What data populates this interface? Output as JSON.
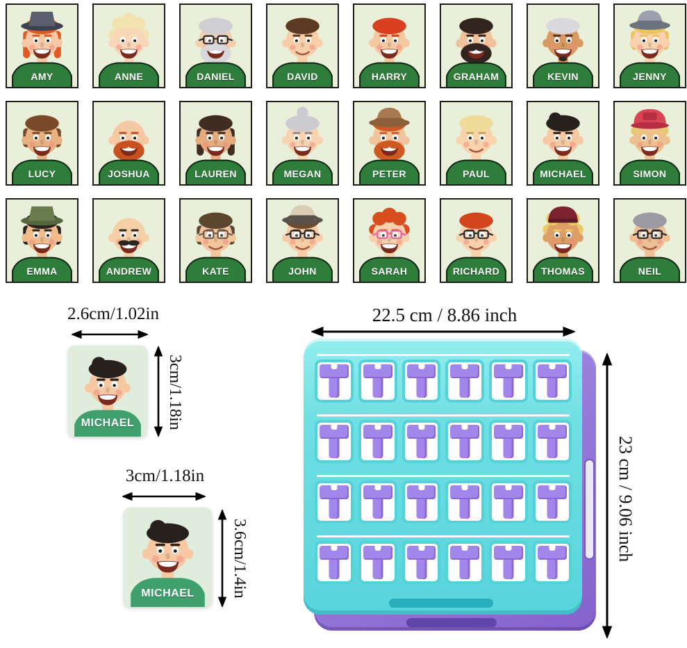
{
  "characters": [
    {
      "name": "AMY",
      "skin": "#f6c8a5",
      "hair": "#e05a22",
      "hairstyle": "long",
      "hat": {
        "type": "bucket",
        "color": "#5a5f6e",
        "band": "#3c4150"
      },
      "smile": "grin"
    },
    {
      "name": "ANNE",
      "skin": "#f9d6b8",
      "hair": "#f2e2af",
      "hairstyle": "curly",
      "smile": "grin"
    },
    {
      "name": "DANIEL",
      "skin": "#f3cfae",
      "hair": "#cfcfd3",
      "hairstyle": "short",
      "glasses": "#23262b",
      "beard": {
        "type": "full",
        "color": "#d8d8dc"
      },
      "smile": "grin"
    },
    {
      "name": "DAVID",
      "skin": "#f6cfa8",
      "hair": "#5d3a24",
      "hairstyle": "short",
      "smile": "smile"
    },
    {
      "name": "HARRY",
      "skin": "#f6c8a0",
      "hair": "#d8401f",
      "hairstyle": "short",
      "smile": "grin"
    },
    {
      "name": "GRAHAM",
      "skin": "#f0c29c",
      "hair": "#32251f",
      "hairstyle": "short",
      "beard": {
        "type": "full",
        "color": "#32251f"
      },
      "smile": "grin"
    },
    {
      "name": "KEVIN",
      "skin": "#d89a62",
      "hair": "#d9d9de",
      "hairstyle": "short",
      "brow": "#4a3a2e",
      "beard": {
        "type": "goatee",
        "color": "#2c2620"
      },
      "smile": "grin"
    },
    {
      "name": "JENNY",
      "skin": "#f8d2ae",
      "hair": "#eec25c",
      "hairstyle": "bob",
      "hat": {
        "type": "fedora",
        "color": "#9aa0ad",
        "band": "#6b7280"
      },
      "smile": "grin"
    },
    {
      "name": "LUCY",
      "skin": "#e8b183",
      "hair": "#7a4a28",
      "hairstyle": "bob",
      "smile": "grin"
    },
    {
      "name": "JOSHUA",
      "skin": "#f4c9a4",
      "hair": "#c7511f",
      "hairstyle": "bald",
      "beard": {
        "type": "full",
        "color": "#c7511f"
      },
      "smile": "grin"
    },
    {
      "name": "LAUREN",
      "skin": "#e5ad7e",
      "hair": "#3f2c22",
      "hairstyle": "long",
      "smile": "grin"
    },
    {
      "name": "MEGAN",
      "skin": "#f7d3b2",
      "hair": "#cbcbd0",
      "hairstyle": "bun",
      "brow": "#8d8d93",
      "smile": "grin"
    },
    {
      "name": "PETER",
      "skin": "#f2c49c",
      "hair": "#cf5a21",
      "hairstyle": "short",
      "hat": {
        "type": "fedora",
        "color": "#a9794f",
        "band": "#8a5f3a"
      },
      "beard": {
        "type": "full",
        "color": "#cf5a21"
      },
      "smile": "grin"
    },
    {
      "name": "PAUL",
      "skin": "#f8d3ac",
      "hair": "#f0dc9a",
      "hairstyle": "short",
      "brow": "#c9a94e",
      "smile": "smile"
    },
    {
      "name": "MICHAEL",
      "skin": "#f6c9a2",
      "hair": "#26211d",
      "hairstyle": "quiff",
      "smile": "grin"
    },
    {
      "name": "SIMON",
      "skin": "#eec08e",
      "hair": "#e9c873",
      "hairstyle": "sides",
      "hat": {
        "type": "cap",
        "color": "#d94456",
        "band": "#b52e42"
      },
      "smile": "grin"
    },
    {
      "name": "EMMA",
      "skin": "#f0bc8e",
      "hair": "#26221f",
      "hairstyle": "bob",
      "hat": {
        "type": "bucket",
        "color": "#6b7d4f",
        "band": "#55663d"
      },
      "smile": "grin"
    },
    {
      "name": "ANDREW",
      "skin": "#f5cfa6",
      "hair": "#2a2520",
      "hairstyle": "bald",
      "brow": "#2a2520",
      "beard": {
        "type": "mustache",
        "color": "#2a2520"
      },
      "smile": "grin"
    },
    {
      "name": "KATE",
      "skin": "#f2c59d",
      "hair": "#5c4630",
      "hairstyle": "bob",
      "glasses": "#6b5b4d",
      "smile": "smile"
    },
    {
      "name": "JOHN",
      "skin": "#f6cda6",
      "hair": "#6b4a2d",
      "hairstyle": "short",
      "hat": {
        "type": "fedora",
        "color": "#d9cdb4",
        "band": "#57514a"
      },
      "glasses": "#23262b",
      "smile": "smile"
    },
    {
      "name": "SARAH",
      "skin": "#f8d0ac",
      "hair": "#d84e1e",
      "hairstyle": "curly",
      "glasses": "#e45fa0",
      "smile": "grin"
    },
    {
      "name": "RICHARD",
      "skin": "#f8d2ae",
      "hair": "#d2451d",
      "hairstyle": "short",
      "glasses": "#23262b",
      "smile": "smile"
    },
    {
      "name": "THOMAS",
      "skin": "#dd9f66",
      "hair": "#ecc967",
      "hairstyle": "curly",
      "hat": {
        "type": "beanie",
        "color": "#7c2231",
        "band": "#5f1825"
      },
      "smile": "grin"
    },
    {
      "name": "NEIL",
      "skin": "#efc096",
      "hair": "#9b9ba1",
      "hairstyle": "short",
      "brow": "#55555a",
      "glasses": "#23262b",
      "smile": "smile"
    }
  ],
  "size_card_character": {
    "name": "MICHAEL",
    "skin": "#f6c9a2",
    "hair": "#26211d",
    "hairstyle": "quiff",
    "smile": "grin"
  },
  "size_cards": [
    {
      "label": "MICHAEL",
      "width_label": "2.6cm/1.02in",
      "height_label": "3cm/1.18in"
    },
    {
      "label": "MICHAEL",
      "width_label": "3cm/1.18in",
      "height_label": "3.6cm/1.4in"
    }
  ],
  "board": {
    "width_label": "22.5 cm / 8.86 inch",
    "height_label": "23 cm / 9.06 inch",
    "slot_columns": 6,
    "slot_rows": 4
  },
  "colors": {
    "card_bg": "#e9efd9",
    "shirt_green": "#2e7d3a",
    "shirt_outline": "#0d2212",
    "mini_shirt_green": "#3f9f6d",
    "board_teal": "#5cd6dd",
    "board_purple": "#9377d8",
    "slot_card_purple": "#a386e9"
  }
}
